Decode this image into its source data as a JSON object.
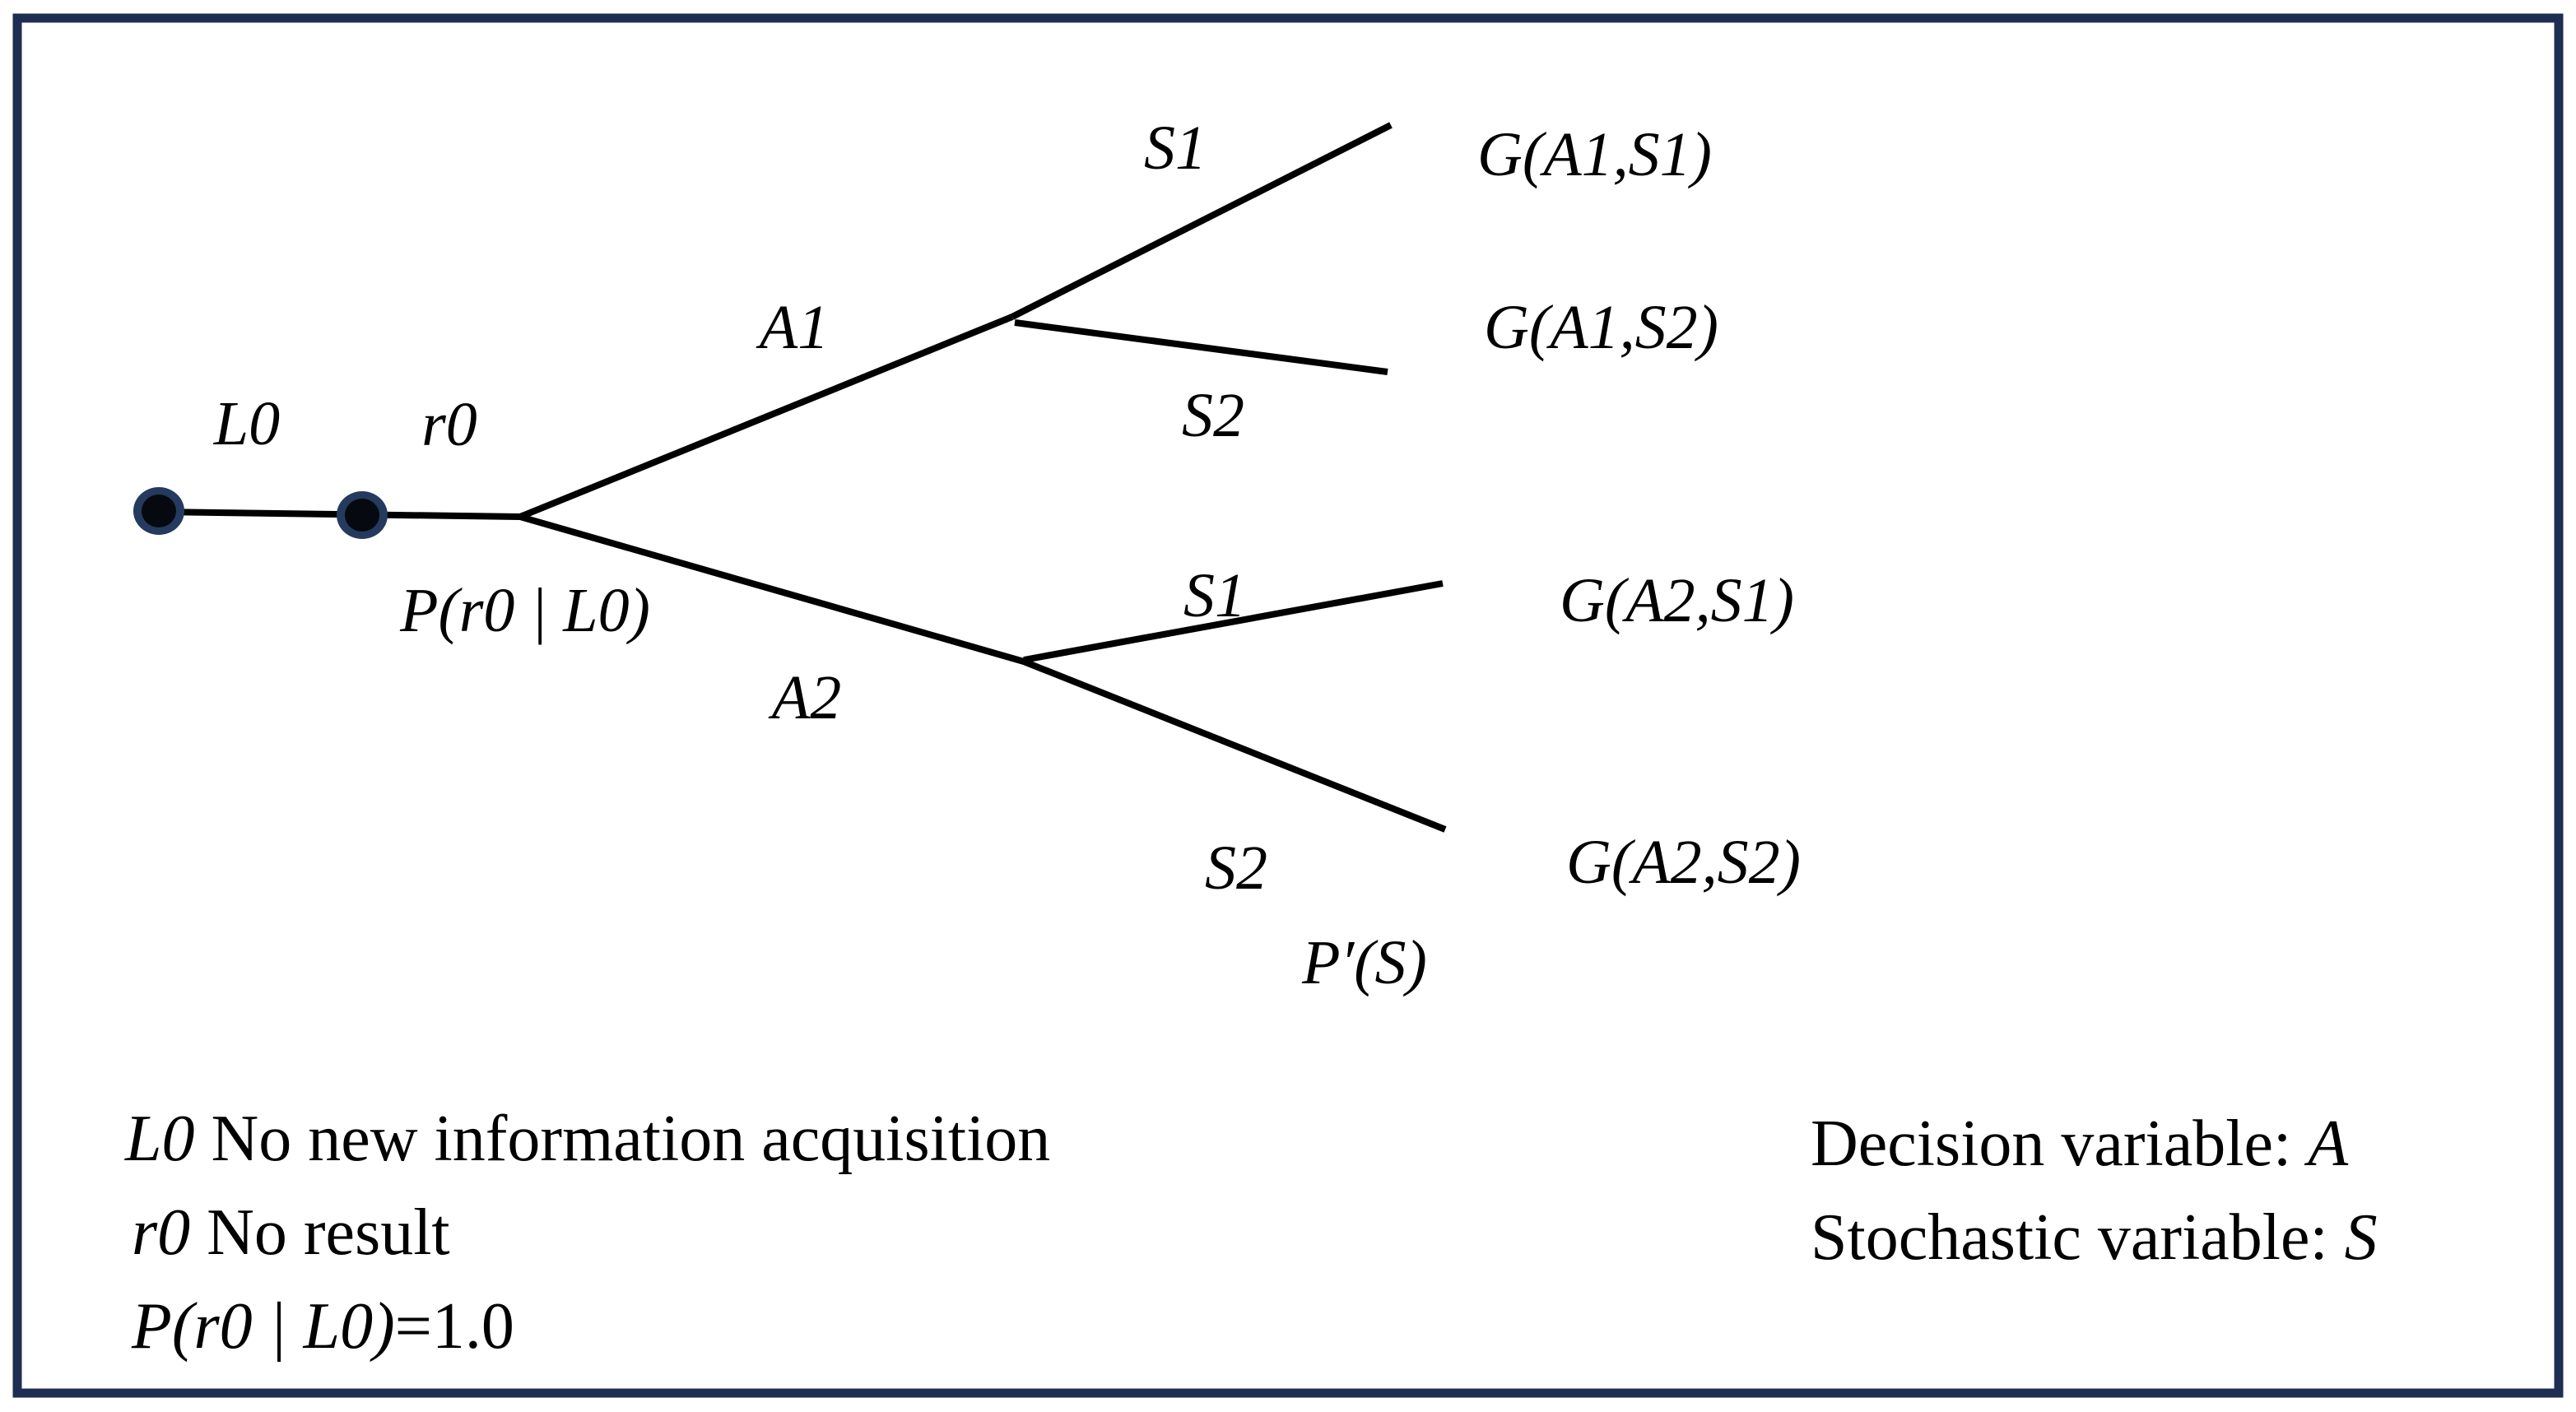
{
  "diagram": {
    "type": "decision-tree",
    "colors": {
      "border": "#1d2e52",
      "line": "#000000",
      "text": "#000000",
      "node_ring": "#243a5e",
      "node_core": "#060a10",
      "background": "#ffffff"
    },
    "tree_labels": {
      "l0": "L0",
      "r0": "r0",
      "p_r0_l0": "P(r0 | L0)",
      "a1": "A1",
      "a2": "A2",
      "s1_upper": "S1",
      "s2_upper": "S2",
      "s1_lower": "S1",
      "s2_lower": "S2",
      "p_prime_s": "P′(S)",
      "g_a1_s1": "G(A1,S1)",
      "g_a1_s2": "G(A1,S2)",
      "g_a2_s1": "G(A2,S1)",
      "g_a2_s2": "G(A2,S2)"
    },
    "structure": {
      "initial_chain": [
        "L0",
        "r0"
      ],
      "chain_probability": "P(r0 | L0)",
      "decisions": [
        {
          "action": "A1",
          "outcomes": [
            {
              "state": "S1",
              "payoff": "G(A1,S1)"
            },
            {
              "state": "S2",
              "payoff": "G(A1,S2)"
            }
          ]
        },
        {
          "action": "A2",
          "outcomes": [
            {
              "state": "S1",
              "payoff": "G(A2,S1)"
            },
            {
              "state": "S2",
              "payoff": "G(A2,S2)"
            }
          ]
        }
      ],
      "state_probability": "P′(S)"
    },
    "legend_left": {
      "lines": [
        {
          "em": "L0",
          "rest": " No new information acquisition"
        },
        {
          "em": "r0",
          "rest": " No result"
        },
        {
          "em": "P(r0 | L0)",
          "rest": "=1.0"
        }
      ]
    },
    "legend_right": {
      "lines": [
        {
          "pre": "Decision variable: ",
          "em": "A"
        },
        {
          "pre": "Stochastic variable: ",
          "em": "S"
        }
      ]
    }
  }
}
